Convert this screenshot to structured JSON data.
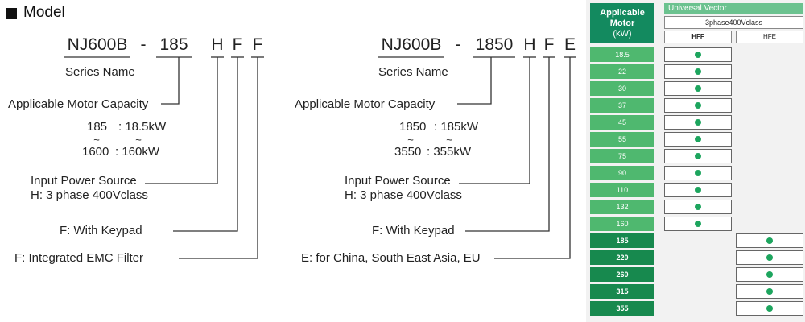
{
  "section_title": "Model",
  "left": {
    "codes": [
      "NJ600B",
      "-",
      "185",
      "H",
      "F",
      "F"
    ],
    "series_name": "Series Name",
    "capacity_label": "Applicable Motor Capacity",
    "cap_range": {
      "start_code": "185",
      "start_val": ": 18.5kW",
      "end_code": "1600",
      "end_val": ": 160kW"
    },
    "power_label": "Input Power Source",
    "power_value": "H: 3 phase  400Vclass",
    "keypad_label": "F: With Keypad",
    "filter_label": "F: Integrated EMC Filter"
  },
  "right": {
    "codes": [
      "NJ600B",
      "-",
      "1850",
      "H",
      "F",
      "E"
    ],
    "series_name": "Series Name",
    "capacity_label": "Applicable Motor Capacity",
    "cap_range": {
      "start_code": "1850",
      "start_val": ": 185kW",
      "end_code": "3550",
      "end_val": ": 355kW"
    },
    "power_label": "Input Power Source",
    "power_value": "H: 3 phase  400Vclass",
    "keypad_label": "F: With Keypad",
    "region_label": "E: for China, South East Asia, EU"
  },
  "tilde_glyph": "~",
  "table": {
    "motor_header": {
      "line1": "Applicable",
      "line2": "Motor",
      "unit": "(kW)"
    },
    "group_header": "Universal Vector",
    "class_header": "3phase400Vclass",
    "columns": [
      "HFF",
      "HFE"
    ],
    "rows": [
      {
        "kw": "18.5",
        "col": "HFF"
      },
      {
        "kw": "22",
        "col": "HFF"
      },
      {
        "kw": "30",
        "col": "HFF"
      },
      {
        "kw": "37",
        "col": "HFF"
      },
      {
        "kw": "45",
        "col": "HFF"
      },
      {
        "kw": "55",
        "col": "HFF"
      },
      {
        "kw": "75",
        "col": "HFF"
      },
      {
        "kw": "90",
        "col": "HFF"
      },
      {
        "kw": "110",
        "col": "HFF"
      },
      {
        "kw": "132",
        "col": "HFF"
      },
      {
        "kw": "160",
        "col": "HFF"
      },
      {
        "kw": "185",
        "col": "HFE"
      },
      {
        "kw": "220",
        "col": "HFE"
      },
      {
        "kw": "260",
        "col": "HFE"
      },
      {
        "kw": "315",
        "col": "HFE"
      },
      {
        "kw": "355",
        "col": "HFE"
      }
    ],
    "colors": {
      "header": "#138a5f",
      "group": "#6bc28f",
      "row_light": "#4fb86f",
      "row_dark": "#17894e",
      "dot": "#1da55e"
    }
  }
}
